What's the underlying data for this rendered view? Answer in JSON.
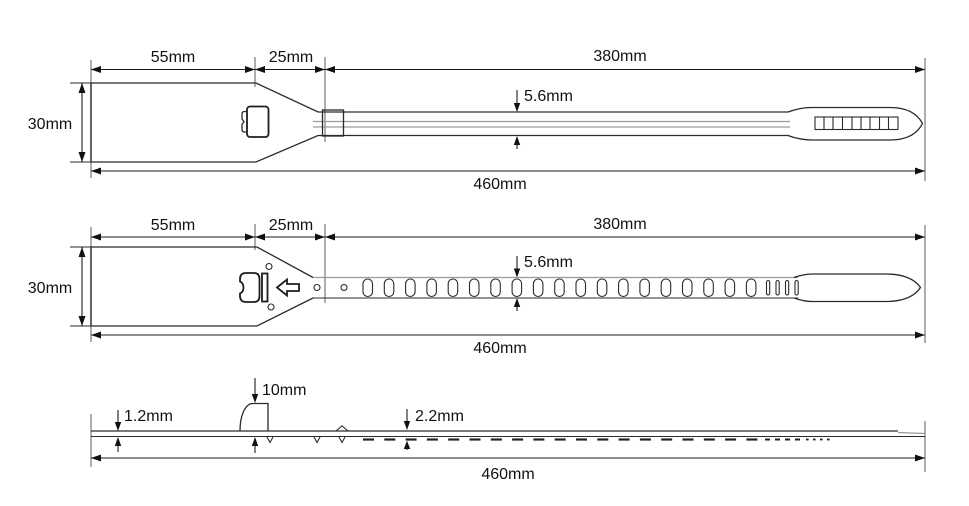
{
  "drawing": {
    "view_top": {
      "dim_55": "55mm",
      "dim_25": "25mm",
      "dim_380": "380mm",
      "dim_30": "30mm",
      "dim_5_6": "5.6mm",
      "dim_460": "460mm"
    },
    "view_middle": {
      "dim_55": "55mm",
      "dim_25": "25mm",
      "dim_380": "380mm",
      "dim_30": "30mm",
      "dim_5_6": "5.6mm",
      "dim_460": "460mm"
    },
    "view_bottom": {
      "dim_1_2": "1.2mm",
      "dim_10": "10mm",
      "dim_2_2": "2.2mm",
      "dim_460": "460mm"
    },
    "colors": {
      "line": "#222222",
      "extension": "#8c8c8c",
      "text": "#111111",
      "background": "#ffffff"
    }
  }
}
